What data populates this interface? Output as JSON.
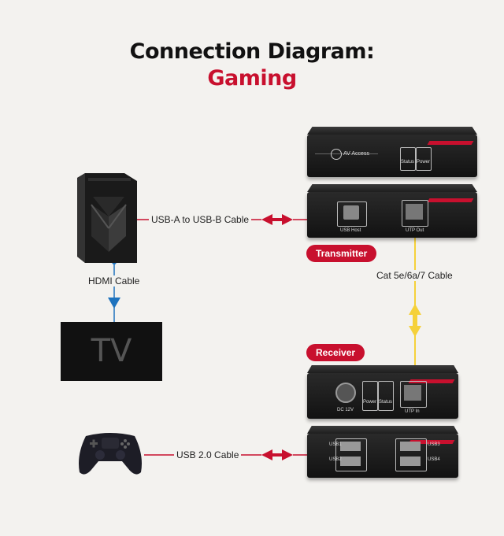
{
  "title_line1": "Connection Diagram:",
  "title_line2": "Gaming",
  "labels": {
    "usb_ab_cable": "USB-A to USB-B Cable",
    "hdmi_cable": "HDMI Cable",
    "cat_cable": "Cat 5e/6a/7 Cable",
    "usb2_cable": "USB 2.0 Cable"
  },
  "tv_text": "TV",
  "badges": {
    "transmitter": "Transmitter",
    "receiver": "Receiver"
  },
  "transmitter_front": {
    "brand": "AV Access",
    "status": "Status",
    "power": "Power"
  },
  "transmitter_back": {
    "usb_host": "USB Host",
    "utp_out": "UTP Out"
  },
  "receiver_front": {
    "dc": "DC 12V",
    "power": "Power",
    "status": "Status",
    "utp_in": "UTP In"
  },
  "receiver_back": {
    "usb1": "USB1",
    "usb2": "USB2",
    "usb3": "USB3",
    "usb4": "USB4"
  },
  "colors": {
    "accent": "#c8102e",
    "hdmi": "#1e73be",
    "cat": "#f5d13a",
    "background": "#f3f2ef"
  }
}
